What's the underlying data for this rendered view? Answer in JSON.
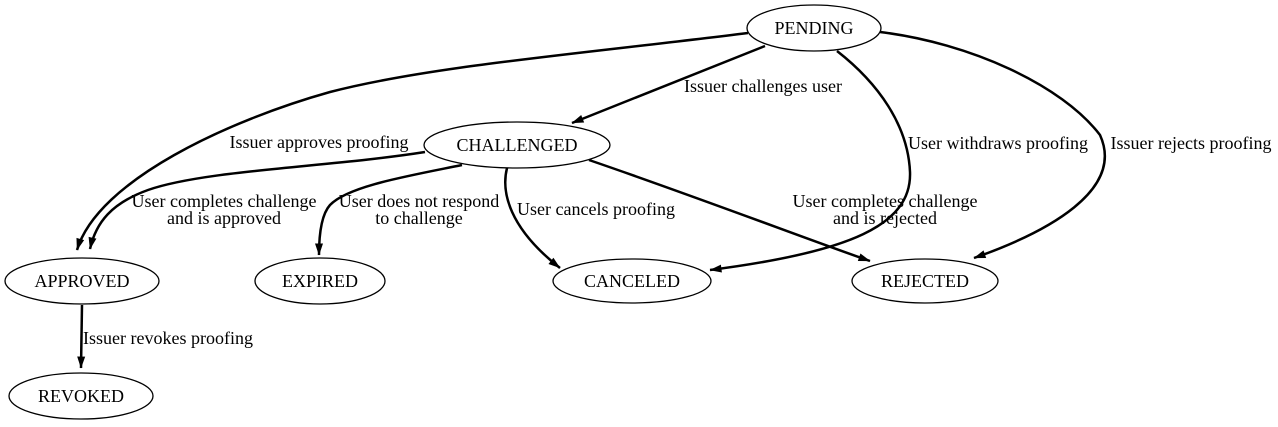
{
  "diagram": {
    "type": "state-machine",
    "colors": {
      "background": "#ffffff",
      "node_fill": "#ffffff",
      "stroke": "#000000",
      "text": "#000000"
    },
    "nodes": [
      {
        "id": "pending",
        "label": "PENDING"
      },
      {
        "id": "challenged",
        "label": "CHALLENGED"
      },
      {
        "id": "approved",
        "label": "APPROVED"
      },
      {
        "id": "expired",
        "label": "EXPIRED"
      },
      {
        "id": "canceled",
        "label": "CANCELED"
      },
      {
        "id": "rejected",
        "label": "REJECTED"
      },
      {
        "id": "revoked",
        "label": "REVOKED"
      }
    ],
    "edges": [
      {
        "from": "PENDING",
        "to": "CHALLENGED",
        "label_lines": [
          "Issuer challenges user"
        ]
      },
      {
        "from": "PENDING",
        "to": "APPROVED",
        "label_lines": [
          "Issuer approves proofing"
        ]
      },
      {
        "from": "PENDING",
        "to": "CANCELED",
        "label_lines": [
          "User withdraws proofing"
        ]
      },
      {
        "from": "PENDING",
        "to": "REJECTED",
        "label_lines": [
          "Issuer rejects proofing"
        ]
      },
      {
        "from": "CHALLENGED",
        "to": "APPROVED",
        "label_lines": [
          "User completes challenge",
          "and is approved"
        ]
      },
      {
        "from": "CHALLENGED",
        "to": "EXPIRED",
        "label_lines": [
          "User does not respond",
          "to challenge"
        ]
      },
      {
        "from": "CHALLENGED",
        "to": "CANCELED",
        "label_lines": [
          "User cancels proofing"
        ]
      },
      {
        "from": "CHALLENGED",
        "to": "REJECTED",
        "label_lines": [
          "User completes challenge",
          "and is rejected"
        ]
      },
      {
        "from": "APPROVED",
        "to": "REVOKED",
        "label_lines": [
          "Issuer revokes proofing"
        ]
      }
    ]
  }
}
